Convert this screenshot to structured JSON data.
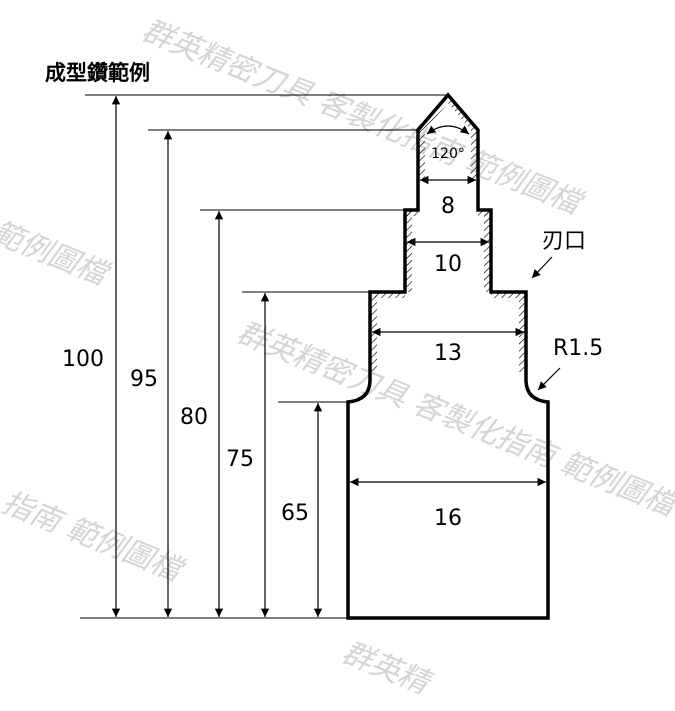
{
  "title": "成型鑽範例",
  "heights": [
    "100",
    "95",
    "80",
    "75",
    "65"
  ],
  "widths": [
    "8",
    "10",
    "13",
    "16"
  ],
  "angle": "120°",
  "labels": {
    "edge": "刃口",
    "radius": "R1.5"
  },
  "watermark": [
    "群英精密刀具 客製化指南 範例圖檔"
  ],
  "colors": {
    "line": "#000000",
    "watermark": "#d4d4d4"
  }
}
